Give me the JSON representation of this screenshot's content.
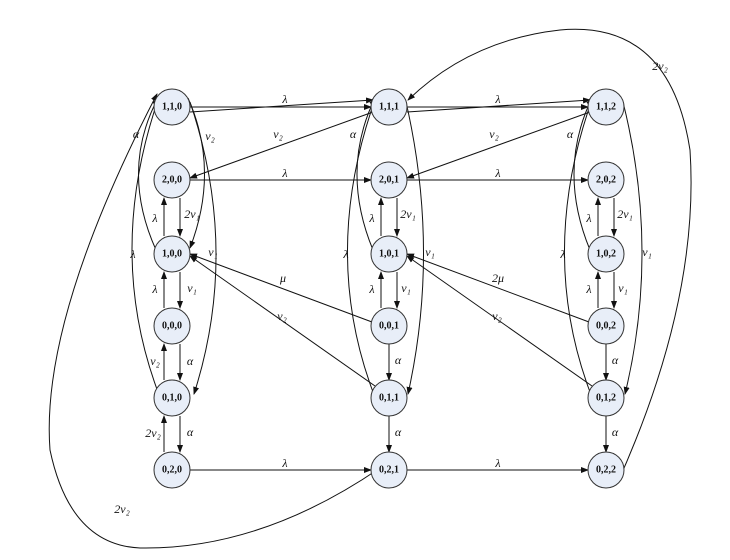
{
  "states": {
    "s110": "1,1,0",
    "s200": "2,0,0",
    "s100": "1,0,0",
    "s000": "0,0,0",
    "s010": "0,1,0",
    "s020": "0,2,0",
    "s111": "1,1,1",
    "s201": "2,0,1",
    "s101": "1,0,1",
    "s001": "0,0,1",
    "s011": "0,1,1",
    "s021": "0,2,1",
    "s112": "1,1,2",
    "s202": "2,0,2",
    "s102": "1,0,2",
    "s002": "0,0,2",
    "s012": "0,1,2",
    "s022": "0,2,2"
  },
  "rates": {
    "lambda": "λ",
    "alpha": "α",
    "nu1": "ν₁",
    "nu2": "ν₂",
    "two_nu1": "2ν₁",
    "two_nu2": "2ν₂",
    "mu": "μ",
    "two_mu": "2μ"
  }
}
